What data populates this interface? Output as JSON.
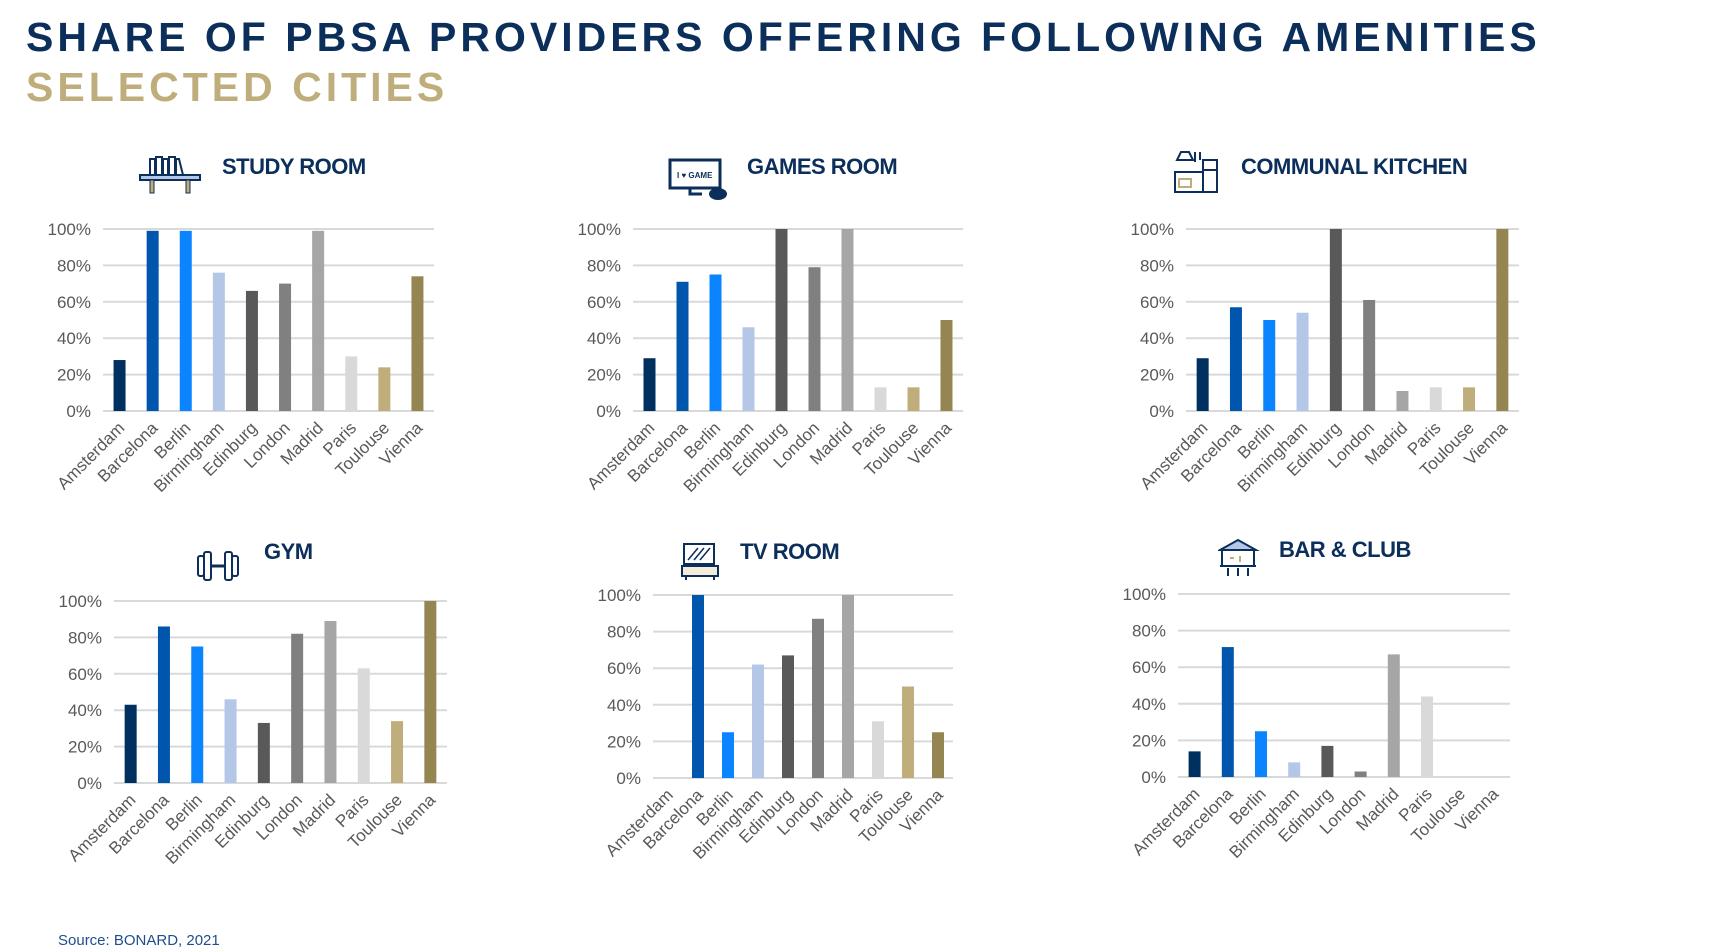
{
  "title": "SHARE OF PBSA PROVIDERS OFFERING FOLLOWING AMENITIES",
  "subtitle": "SELECTED CITIES",
  "source": "Source: BONARD, 2021",
  "colors": [
    "#00305f",
    "#0055ad",
    "#0a84ff",
    "#b4c7e7",
    "#595959",
    "#808080",
    "#a6a6a6",
    "#d9d9d9",
    "#bfae7c",
    "#958550"
  ],
  "chart_data": [
    {
      "type": "bar",
      "title": "STUDY ROOM",
      "icon": "bookshelf-icon",
      "categories": [
        "Amsterdam",
        "Barcelona",
        "Berlin",
        "Birmingham",
        "Edinburg",
        "London",
        "Madrid",
        "Paris",
        "Toulouse",
        "Vienna"
      ],
      "values": [
        28,
        99,
        99,
        76,
        66,
        70,
        99,
        30,
        24,
        74
      ],
      "ylim": [
        0,
        100
      ],
      "yticks": [
        "0%",
        "20%",
        "40%",
        "60%",
        "80%",
        "100%"
      ]
    },
    {
      "type": "bar",
      "title": "GAMES ROOM",
      "icon": "game-monitor-icon",
      "categories": [
        "Amsterdam",
        "Barcelona",
        "Berlin",
        "Birmingham",
        "Edinburg",
        "London",
        "Madrid",
        "Paris",
        "Toulouse",
        "Vienna"
      ],
      "values": [
        29,
        71,
        75,
        46,
        100,
        79,
        100,
        13,
        13,
        50
      ],
      "ylim": [
        0,
        100
      ],
      "yticks": [
        "0%",
        "20%",
        "40%",
        "60%",
        "80%",
        "100%"
      ]
    },
    {
      "type": "bar",
      "title": "COMMUNAL KITCHEN",
      "icon": "kitchen-icon",
      "categories": [
        "Amsterdam",
        "Barcelona",
        "Berlin",
        "Birmingham",
        "Edinburg",
        "London",
        "Madrid",
        "Paris",
        "Toulouse",
        "Vienna"
      ],
      "values": [
        29,
        57,
        50,
        54,
        100,
        61,
        11,
        13,
        13,
        100
      ],
      "ylim": [
        0,
        100
      ],
      "yticks": [
        "0%",
        "20%",
        "40%",
        "60%",
        "80%",
        "100%"
      ]
    },
    {
      "type": "bar",
      "title": "GYM",
      "icon": "dumbbell-icon",
      "categories": [
        "Amsterdam",
        "Barcelona",
        "Berlin",
        "Birmingham",
        "Edinburg",
        "London",
        "Madrid",
        "Paris",
        "Toulouse",
        "Vienna"
      ],
      "values": [
        43,
        86,
        75,
        46,
        33,
        82,
        89,
        63,
        34,
        100
      ],
      "ylim": [
        0,
        100
      ],
      "yticks": [
        "0%",
        "20%",
        "40%",
        "60%",
        "80%",
        "100%"
      ]
    },
    {
      "type": "bar",
      "title": "TV ROOM",
      "icon": "tv-icon",
      "categories": [
        "Amsterdam",
        "Barcelona",
        "Berlin",
        "Birmingham",
        "Edinburg",
        "London",
        "Madrid",
        "Paris",
        "Toulouse",
        "Vienna"
      ],
      "values": [
        0,
        100,
        25,
        62,
        67,
        87,
        100,
        31,
        50,
        25
      ],
      "ylim": [
        0,
        100
      ],
      "yticks": [
        "0%",
        "20%",
        "40%",
        "60%",
        "80%",
        "100%"
      ]
    },
    {
      "type": "bar",
      "title": "BAR & CLUB",
      "icon": "bar-icon",
      "categories": [
        "Amsterdam",
        "Barcelona",
        "Berlin",
        "Birmingham",
        "Edinburg",
        "London",
        "Madrid",
        "Paris",
        "Toulouse",
        "Vienna"
      ],
      "values": [
        14,
        71,
        25,
        8,
        17,
        3,
        67,
        44,
        0,
        0
      ],
      "ylim": [
        0,
        100
      ],
      "yticks": [
        "0%",
        "20%",
        "40%",
        "60%",
        "80%",
        "100%"
      ]
    }
  ]
}
